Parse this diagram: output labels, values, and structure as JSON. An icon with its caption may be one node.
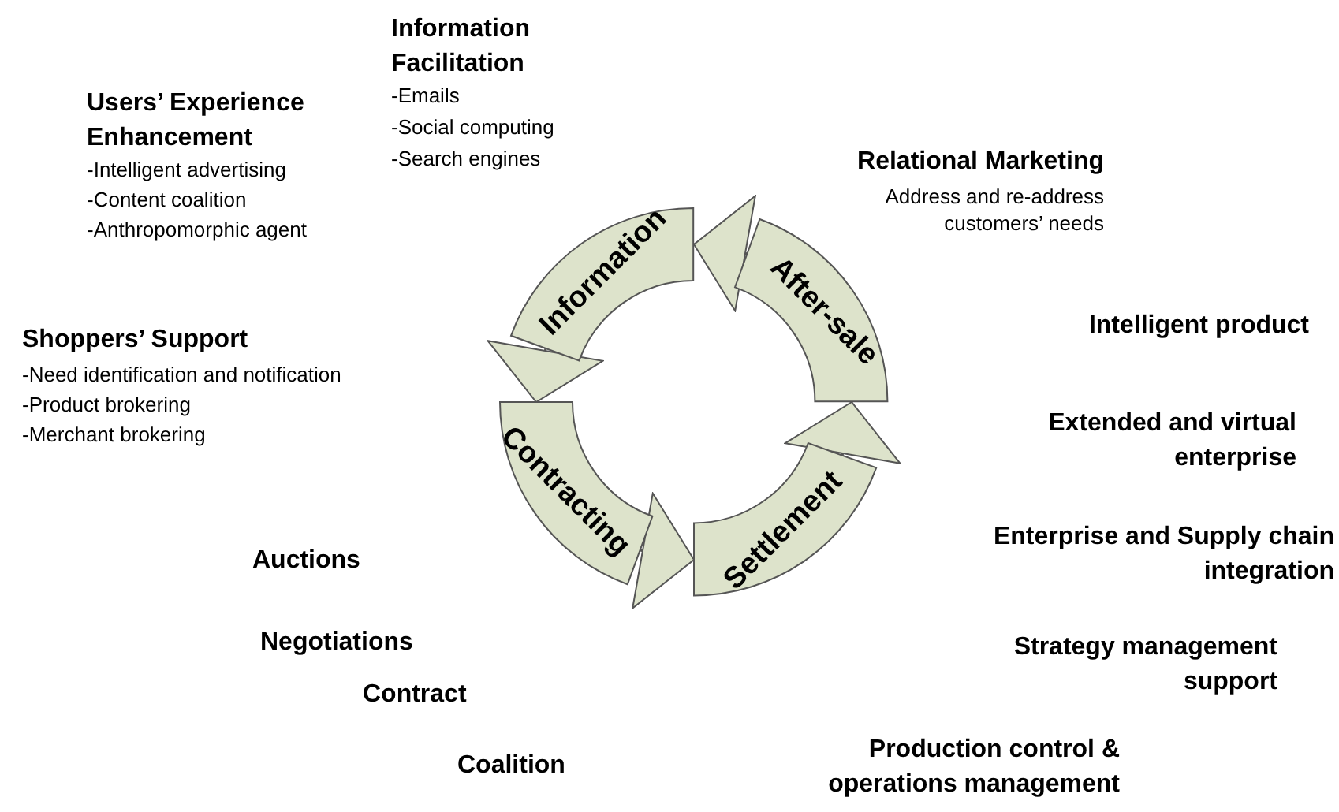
{
  "diagram": {
    "nodes": [
      {
        "text": [
          "Information"
        ]
      },
      {
        "text": [
          "Contracting"
        ]
      },
      {
        "text": [
          "Settlement"
        ]
      },
      {
        "text": [
          "After-sale"
        ]
      }
    ],
    "edges": [
      {
        "from": 0,
        "to": 1,
        "arrow": "to"
      },
      {
        "from": 1,
        "to": 2,
        "arrow": "to"
      },
      {
        "from": 2,
        "to": 3,
        "arrow": "to"
      },
      {
        "from": 3,
        "to": 0,
        "arrow": "to"
      }
    ],
    "labels": [
      "Information Facilitation",
      "-Emails",
      "-Social computing",
      "-Search engines",
      "Users’ Experience Enhancement",
      "-Intelligent advertising",
      "-Content coalition",
      "-Anthropomorphic agent",
      "Relational Marketing",
      "Address and re-address customers’ needs",
      "Shoppers’ Support",
      "-Need identification and notification",
      "-Product brokering",
      "-Merchant brokering",
      "Intelligent product",
      "Extended and virtual enterprise",
      "Enterprise and  Supply chain integration",
      "Auctions",
      "Negotiations",
      "Contract",
      "Strategy management support",
      "Coalition",
      "Production control & operations management"
    ]
  }
}
